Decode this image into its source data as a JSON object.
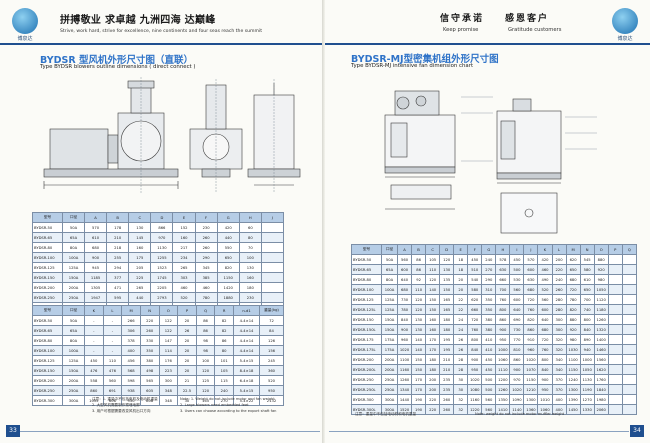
{
  "left": {
    "logo_text": "博泉达",
    "slogan_cn": "拼搏敬业 求卓越   九洲四海 达巅峰",
    "slogan_en": "Strive, work hard, strive for excellence, nine continents and four seas reach the summit",
    "title": "BYDSR 型风机外形尺寸图（直联）",
    "subtitle": "Type  BYDSR blowers outline dimensions ( direct connect )",
    "table1": {
      "headers": [
        "型号",
        "口径",
        "A",
        "B",
        "C",
        "D",
        "E",
        "F",
        "G",
        "H",
        "J"
      ],
      "rows": [
        [
          "BYDSR-50",
          "50A",
          "570",
          "178",
          "130",
          "866",
          "152",
          "230",
          "420",
          "60"
        ],
        [
          "BYDSR-65",
          "65A",
          "610",
          "210",
          "145",
          "970",
          "160",
          "260",
          "440",
          "80"
        ],
        [
          "BYDSR-80",
          "80A",
          "680",
          "218",
          "160",
          "1130",
          "217",
          "260",
          "550",
          "70"
        ],
        [
          "BYDSR-100",
          "100A",
          "900",
          "255",
          "175",
          "1255",
          "234",
          "290",
          "650",
          "100"
        ],
        [
          "BYDSR-125",
          "125A",
          "945",
          "294",
          "205",
          "1523",
          "265",
          "345",
          "820",
          "130"
        ],
        [
          "BYDSR-150",
          "150A",
          "1185",
          "377",
          "225",
          "1745",
          "303",
          "385",
          "1150",
          "160"
        ],
        [
          "BYDSR-200",
          "200A",
          "1305",
          "471",
          "265",
          "2205",
          "460",
          "460",
          "1420",
          "180"
        ],
        [
          "BYDSR-250",
          "250A",
          "1947",
          "595",
          "440",
          "2793",
          "520",
          "780",
          "1880",
          "230"
        ],
        [
          "BYDSR-300",
          "300A",
          "2167",
          "683",
          "470",
          "3100",
          "580",
          "850",
          "2048",
          "330"
        ]
      ]
    },
    "table2": {
      "headers": [
        "型号",
        "口径",
        "K",
        "L",
        "M",
        "N",
        "O",
        "P",
        "Q",
        "R",
        "n-d1",
        "重量(kg)"
      ],
      "rows": [
        [
          "BYDSR-50",
          "50A",
          "-",
          "-",
          "266",
          "220",
          "122",
          "20",
          "86",
          "82",
          "4-4×14",
          "72"
        ],
        [
          "BYDSR-65",
          "65A",
          "-",
          "-",
          "306",
          "260",
          "122",
          "26",
          "86",
          "82",
          "4-4×14",
          "84"
        ],
        [
          "BYDSR-80",
          "80A",
          "-",
          "-",
          "378",
          "330",
          "147",
          "20",
          "98",
          "86",
          "4-4×14",
          "126"
        ],
        [
          "BYDSR-100",
          "100A",
          "-",
          "-",
          "400",
          "350",
          "114",
          "20",
          "98",
          "80",
          "4-4×14",
          "156"
        ],
        [
          "BYDSR-125",
          "125A",
          "450",
          "110",
          "456",
          "380",
          "176",
          "20",
          "100",
          "101",
          "5-4×15",
          "245"
        ],
        [
          "BYDSR-150",
          "150A",
          "476",
          "476",
          "568",
          "498",
          "223",
          "20",
          "120",
          "105",
          "8-4×18",
          "360"
        ],
        [
          "BYDSR-200",
          "200A",
          "558",
          "560",
          "598",
          "565",
          "300",
          "21",
          "125",
          "115",
          "6-4×18",
          "520"
        ],
        [
          "BYDSR-250",
          "250A",
          "860",
          "691",
          "938",
          "605",
          "348",
          "22.5",
          "120",
          "240",
          "5-4×15",
          "950"
        ],
        [
          "BYDSR-300",
          "300A",
          "1035",
          "606",
          "950",
          "808",
          "348",
          "30",
          "165",
          "270",
          "5-4×22",
          "2132"
        ]
      ]
    },
    "notes": [
      "注意：1. 重量中不包括电机及电动机重量",
      "2. 大型风机需要制作预埋地脚",
      "3. 用户可根据需要改变风机出口方向"
    ],
    "notes_en": [
      "Note: 1. Weight do not include motor and fan weight",
      "2. Large blowers need embedded feet",
      "3. Users can choose according to the export shaft fan"
    ],
    "page_number": "33"
  },
  "right": {
    "logo_text": "博泉达",
    "slogan_cn_1": "信守承诺",
    "slogan_cn_2": "感恩客户",
    "slogan_en_1": "Keep  promise",
    "slogan_en_2": "Gratitude customers",
    "title": "BYDSR-MJ型密集机组外形尺寸图",
    "subtitle": "Type  BYDSR-MJ intensive fan dimension chart",
    "table": {
      "headers": [
        "型号",
        "口径",
        "A",
        "B",
        "C",
        "D",
        "E",
        "F",
        "G",
        "H",
        "I",
        "J",
        "K",
        "L",
        "M",
        "N",
        "O",
        "P",
        "Q"
      ],
      "rows": [
        [
          "BYDSR-50",
          "50A",
          "560",
          "86",
          "105",
          "120",
          "18",
          "450",
          "240",
          "578",
          "450",
          "570",
          "420",
          "200",
          "620",
          "545",
          "880"
        ],
        [
          "BYDSR-65",
          "65A",
          "600",
          "86",
          "110",
          "130",
          "18",
          "510",
          "270",
          "630",
          "500",
          "600",
          "460",
          "220",
          "650",
          "580",
          "920"
        ],
        [
          "BYDSR-80",
          "80A",
          "640",
          "92",
          "120",
          "135",
          "20",
          "540",
          "290",
          "660",
          "530",
          "630",
          "490",
          "240",
          "680",
          "610",
          "980"
        ],
        [
          "BYDSR-100",
          "100A",
          "680",
          "110",
          "140",
          "150",
          "20",
          "580",
          "310",
          "700",
          "560",
          "680",
          "520",
          "260",
          "720",
          "650",
          "1050"
        ],
        [
          "BYDSR-125",
          "125A",
          "730",
          "120",
          "150",
          "165",
          "22",
          "620",
          "350",
          "760",
          "600",
          "720",
          "560",
          "280",
          "780",
          "700",
          "1120"
        ],
        [
          "BYDSR-125L",
          "125A",
          "780",
          "120",
          "150",
          "165",
          "22",
          "660",
          "350",
          "800",
          "640",
          "760",
          "600",
          "280",
          "820",
          "740",
          "1180"
        ],
        [
          "BYDSR-150",
          "150A",
          "840",
          "130",
          "160",
          "180",
          "24",
          "720",
          "380",
          "860",
          "690",
          "820",
          "640",
          "300",
          "880",
          "800",
          "1260"
        ],
        [
          "BYDSR-150L",
          "150A",
          "900",
          "130",
          "160",
          "180",
          "24",
          "760",
          "380",
          "900",
          "730",
          "860",
          "680",
          "300",
          "920",
          "840",
          "1320"
        ],
        [
          "BYDSR-175",
          "175A",
          "960",
          "140",
          "170",
          "195",
          "26",
          "800",
          "410",
          "950",
          "770",
          "910",
          "720",
          "320",
          "980",
          "890",
          "1400"
        ],
        [
          "BYDSR-175L",
          "175A",
          "1020",
          "140",
          "170",
          "195",
          "26",
          "840",
          "410",
          "1000",
          "810",
          "960",
          "760",
          "320",
          "1030",
          "940",
          "1460"
        ],
        [
          "BYDSR-200",
          "200A",
          "1100",
          "150",
          "180",
          "210",
          "28",
          "900",
          "450",
          "1060",
          "860",
          "1020",
          "800",
          "340",
          "1100",
          "1000",
          "1560"
        ],
        [
          "BYDSR-200L",
          "200A",
          "1160",
          "150",
          "180",
          "210",
          "28",
          "950",
          "450",
          "1110",
          "900",
          "1070",
          "840",
          "340",
          "1150",
          "1050",
          "1620"
        ],
        [
          "BYDSR-250",
          "250A",
          "1260",
          "170",
          "200",
          "235",
          "30",
          "1020",
          "500",
          "1200",
          "970",
          "1150",
          "900",
          "370",
          "1240",
          "1130",
          "1760"
        ],
        [
          "BYDSR-250L",
          "250A",
          "1340",
          "170",
          "200",
          "235",
          "30",
          "1080",
          "500",
          "1260",
          "1020",
          "1210",
          "950",
          "370",
          "1300",
          "1190",
          "1840"
        ],
        [
          "BYDSR-300",
          "300A",
          "1440",
          "190",
          "220",
          "260",
          "32",
          "1160",
          "560",
          "1350",
          "1090",
          "1300",
          "1010",
          "400",
          "1390",
          "1270",
          "1980"
        ],
        [
          "BYDSR-300L",
          "300A",
          "1520",
          "190",
          "220",
          "260",
          "32",
          "1220",
          "560",
          "1410",
          "1140",
          "1360",
          "1060",
          "400",
          "1450",
          "1330",
          "2060"
        ]
      ]
    },
    "note": "注意：重量中不包括电动机和电机重量",
    "note_en": "Note: weight do not include motor muffler weight",
    "page_number": "34"
  }
}
